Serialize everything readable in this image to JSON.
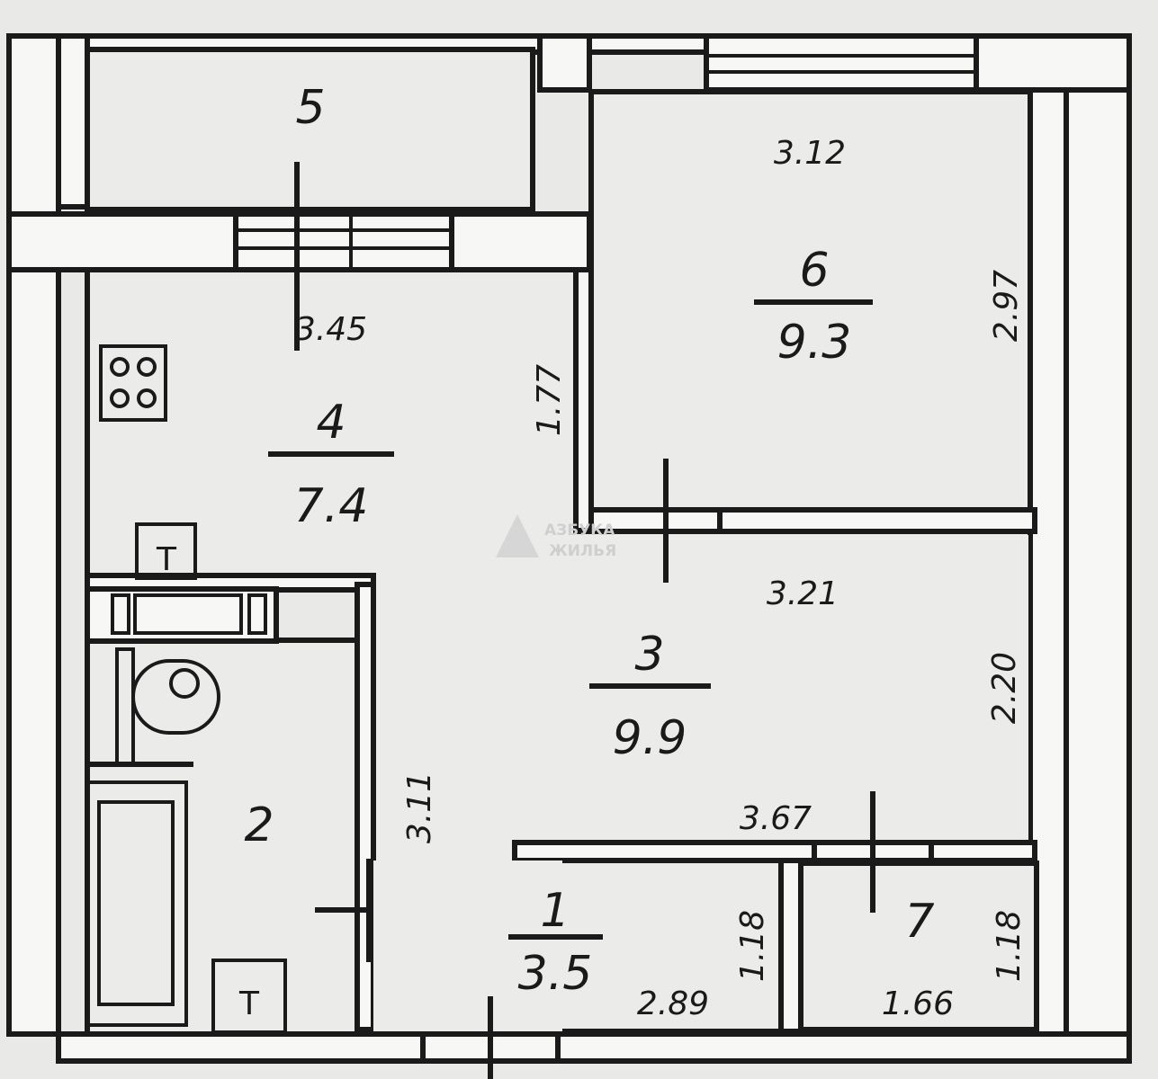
{
  "rooms": [
    {
      "id": "1",
      "number": "1",
      "area": "3.5"
    },
    {
      "id": "2",
      "number": "2"
    },
    {
      "id": "3",
      "number": "3",
      "area": "9.9"
    },
    {
      "id": "4",
      "number": "4",
      "area": "7.4"
    },
    {
      "id": "5",
      "number": "5"
    },
    {
      "id": "6",
      "number": "6",
      "area": "9.3"
    },
    {
      "id": "7",
      "number": "7"
    }
  ],
  "dimensions": {
    "d_3_12": "3.12",
    "d_2_97": "2.97",
    "d_3_45": "3.45",
    "d_1_77": "1.77",
    "d_3_21": "3.21",
    "d_2_20": "2.20",
    "d_3_11": "3.11",
    "d_3_67": "3.67",
    "d_1_18_a": "1.18",
    "d_2_89": "2.89",
    "d_1_18_b": "1.18",
    "d_1_66": "1.66"
  },
  "fixtures": {
    "tap_top": "T",
    "tap_bottom": "T"
  },
  "watermark": {
    "line1": "АЗБУКА",
    "line2": "ЖИЛЬЯ"
  }
}
